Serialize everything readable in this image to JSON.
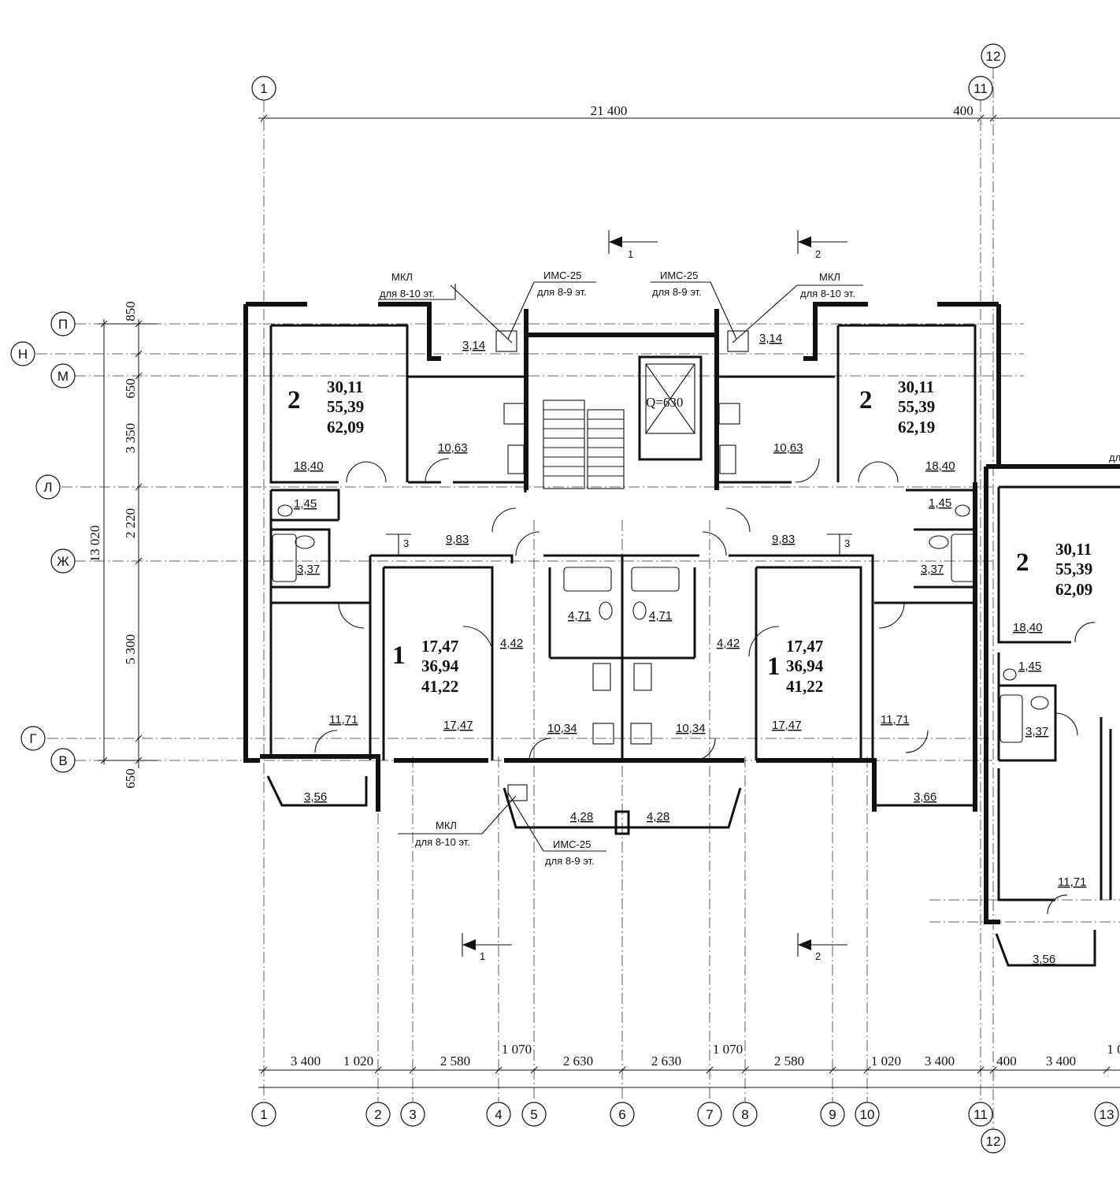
{
  "axes_top": [
    {
      "id": "ax-top-1",
      "label": "1"
    },
    {
      "id": "ax-top-11",
      "label": "11"
    },
    {
      "id": "ax-top-12",
      "label": "12"
    }
  ],
  "axes_bottom": [
    {
      "id": "ax-bot-1",
      "label": "1"
    },
    {
      "id": "ax-bot-2",
      "label": "2"
    },
    {
      "id": "ax-bot-3",
      "label": "3"
    },
    {
      "id": "ax-bot-4",
      "label": "4"
    },
    {
      "id": "ax-bot-5",
      "label": "5"
    },
    {
      "id": "ax-bot-6",
      "label": "6"
    },
    {
      "id": "ax-bot-7",
      "label": "7"
    },
    {
      "id": "ax-bot-8",
      "label": "8"
    },
    {
      "id": "ax-bot-9",
      "label": "9"
    },
    {
      "id": "ax-bot-10",
      "label": "10"
    },
    {
      "id": "ax-bot-11",
      "label": "11"
    },
    {
      "id": "ax-bot-12",
      "label": "12"
    },
    {
      "id": "ax-bot-13",
      "label": "13"
    }
  ],
  "axes_left": [
    {
      "id": "ax-p",
      "label": "П"
    },
    {
      "id": "ax-n",
      "label": "Н"
    },
    {
      "id": "ax-m",
      "label": "М"
    },
    {
      "id": "ax-l",
      "label": "Л"
    },
    {
      "id": "ax-zh",
      "label": "Ж"
    },
    {
      "id": "ax-g",
      "label": "Г"
    },
    {
      "id": "ax-v",
      "label": "В"
    }
  ],
  "dims_top": {
    "total": "21 400",
    "offset": "400"
  },
  "dims_left": {
    "total": "13 020",
    "segments": [
      "850",
      "650",
      "3 350",
      "2 220",
      "5 300",
      "650"
    ]
  },
  "dims_bottom": {
    "segments": [
      "3 400",
      "1 020",
      "2 580",
      "1 070",
      "2 630",
      "2 630",
      "1 070",
      "2 580",
      "1 020",
      "3 400",
      "400",
      "3 400",
      "1 0"
    ]
  },
  "sections": {
    "s1": "1",
    "s2": "2",
    "s3": "3"
  },
  "notes": {
    "mkl": "МКЛ",
    "mkl_floors": "для 8-10 эт.",
    "ims": "ИМС-25",
    "ims_floors": "для 8-9 эт.",
    "lift": "Q=630",
    "partial": "дл"
  },
  "apartments": [
    {
      "id": "apt-2-left",
      "rooms": "2",
      "living": "30,11",
      "total": "55,39",
      "gross": "62,09"
    },
    {
      "id": "apt-2-right",
      "rooms": "2",
      "living": "30,11",
      "total": "55,39",
      "gross": "62,19"
    },
    {
      "id": "apt-2-far",
      "rooms": "2",
      "living": "30,11",
      "total": "55,39",
      "gross": "62,09"
    },
    {
      "id": "apt-1-left",
      "rooms": "1",
      "living": "17,47",
      "total": "36,94",
      "gross": "41,22"
    },
    {
      "id": "apt-1-right",
      "rooms": "1",
      "living": "17,47",
      "total": "36,94",
      "gross": "41,22"
    }
  ],
  "rooms": {
    "r314a": "3,14",
    "r314b": "3,14",
    "r1063a": "10,63",
    "r1063b": "10,63",
    "r1840a": "18,40",
    "r1840b": "18,40",
    "r1840c": "18,40",
    "r145a": "1,45",
    "r145b": "1,45",
    "r145c": "1,45",
    "r983a": "9,83",
    "r983b": "9,83",
    "r337a": "3,37",
    "r337b": "3,37",
    "r337c": "3,37",
    "r471a": "4,71",
    "r471b": "4,71",
    "r442a": "4,42",
    "r442b": "4,42",
    "r1171a": "11,71",
    "r1171b": "11,71",
    "r1171c": "11,71",
    "r1747a": "17,47",
    "r1747b": "17,47",
    "r1034a": "10,34",
    "r1034b": "10,34",
    "r356a": "3,56",
    "r356b": "3,56",
    "r366": "3,66",
    "r428a": "4,28",
    "r428b": "4,28"
  }
}
